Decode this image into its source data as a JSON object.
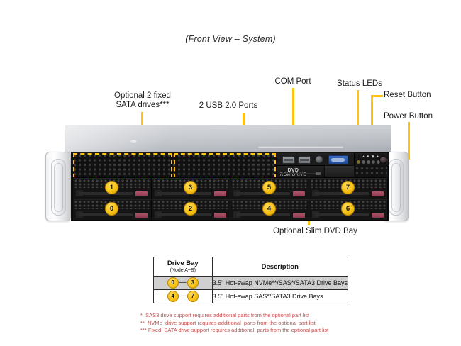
{
  "caption": "(Front View – System)",
  "callouts": {
    "sata_drives": "Optional 2 fixed\nSATA drives***",
    "usb_ports": "2 USB 2.0 Ports",
    "com_port": "COM Port",
    "status_leds": "Status LEDs",
    "reset_button": "Reset Button",
    "power_button": "Power Button",
    "dvd_bay": "Optional Slim DVD Bay"
  },
  "chassis": {
    "drive_bay_numbers_top": [
      "1",
      "3",
      "5",
      "7"
    ],
    "drive_bay_numbers_bottom": [
      "0",
      "2",
      "4",
      "6"
    ],
    "dvd_label_top": "DVD",
    "dvd_label_bottom": "ROM DRIVE"
  },
  "table": {
    "header": {
      "bay_main": "Drive Bay",
      "bay_sub": "(Node A~B)",
      "description": "Description"
    },
    "rows": [
      {
        "from": "0",
        "sep": "—",
        "to": "3",
        "description": "3.5\" Hot-swap NVMe**/SAS*/SATA3  Drive  Bays"
      },
      {
        "from": "4",
        "sep": "—",
        "to": "7",
        "description": "3.5\" Hot-swap SAS*/SATA3 Drive  Bays"
      }
    ]
  },
  "footnotes": [
    "*  SAS3 drive support requires additional parts from the optional part list",
    "**  NVMe  drive support requires additional  parts from the optional part list",
    "*** Fixed  SATA drive support requires additional  parts from the optional part list"
  ],
  "colors": {
    "callout_yellow": "#FFC20E",
    "badge_gold": "#F5BE13",
    "footnote_red": "#C0504D",
    "table_row_gray": "#CFCFCF"
  }
}
